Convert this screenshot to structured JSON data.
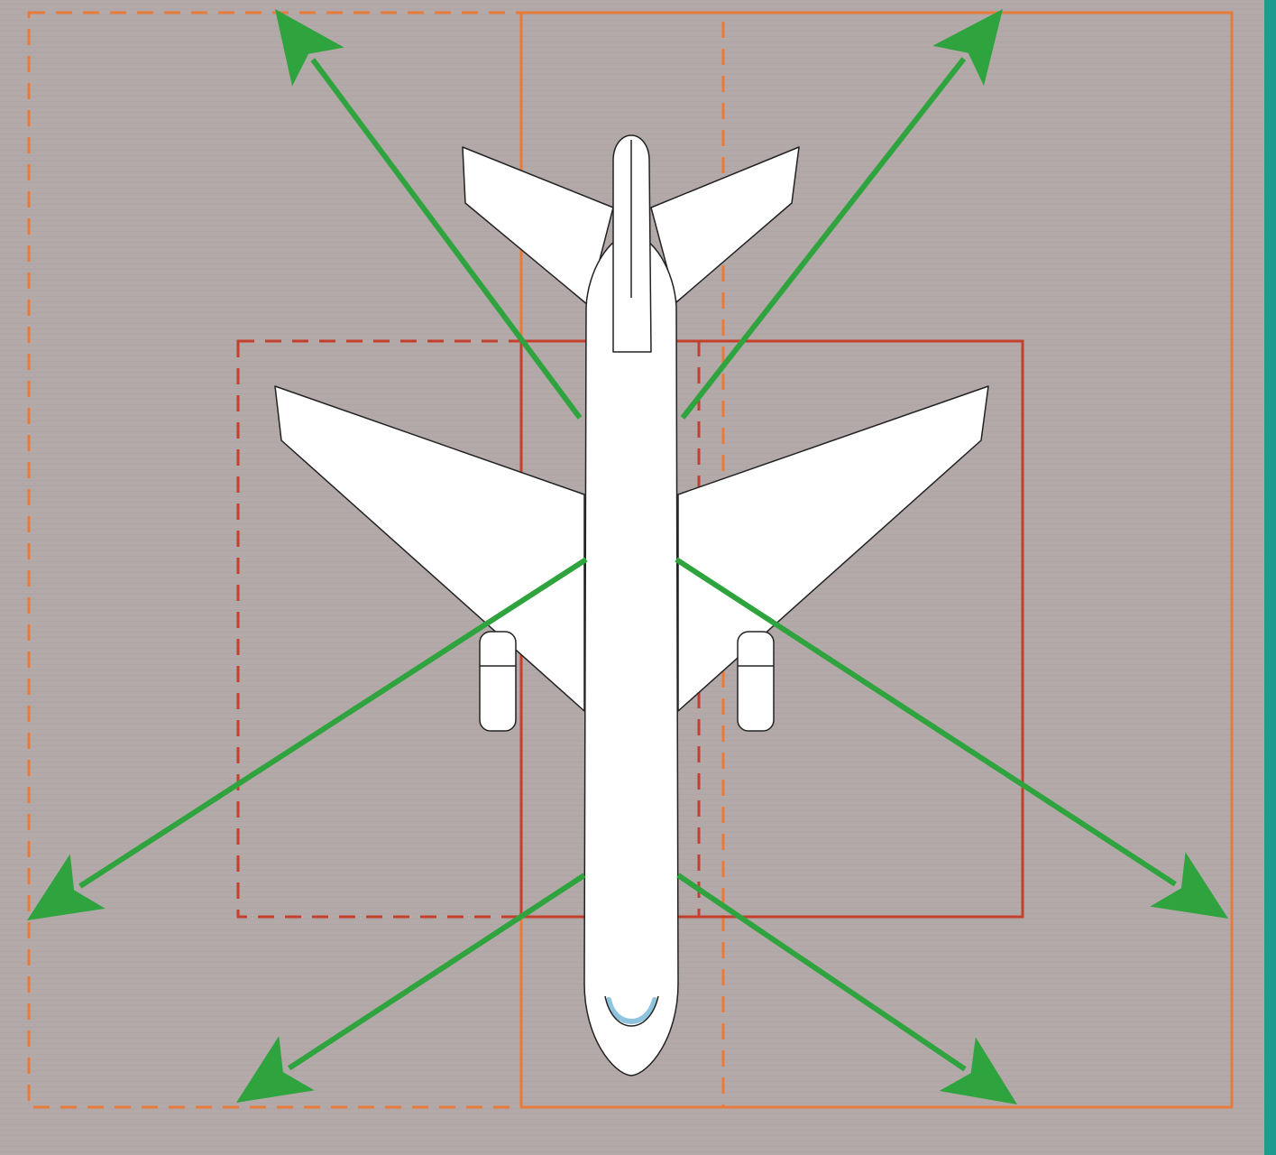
{
  "diagram": {
    "caption": "",
    "colors": {
      "background": "#b3a9a9",
      "background_mottle": "#a69c9c",
      "teal_border": "#1e9a8e",
      "outer_box": "#e97b3a",
      "inner_box": "#c5402c",
      "arrow": "#2ea33e",
      "aircraft_fill": "#ffffff",
      "aircraft_outline": "#222222",
      "windshield": "#8fc4de"
    },
    "elements": [
      {
        "name": "outer-box-solid",
        "kind": "solid rectangle",
        "color": "outer_box"
      },
      {
        "name": "outer-box-dashed",
        "kind": "dashed rectangle",
        "color": "outer_box"
      },
      {
        "name": "inner-box-solid",
        "kind": "solid rectangle",
        "color": "inner_box"
      },
      {
        "name": "inner-box-dashed",
        "kind": "dashed rectangle",
        "color": "inner_box"
      },
      {
        "name": "aircraft",
        "kind": "top view jetliner",
        "icon": "airplane-icon"
      },
      {
        "name": "arrows",
        "kind": "six arrows radiating from fuselage",
        "count": 6
      }
    ]
  }
}
